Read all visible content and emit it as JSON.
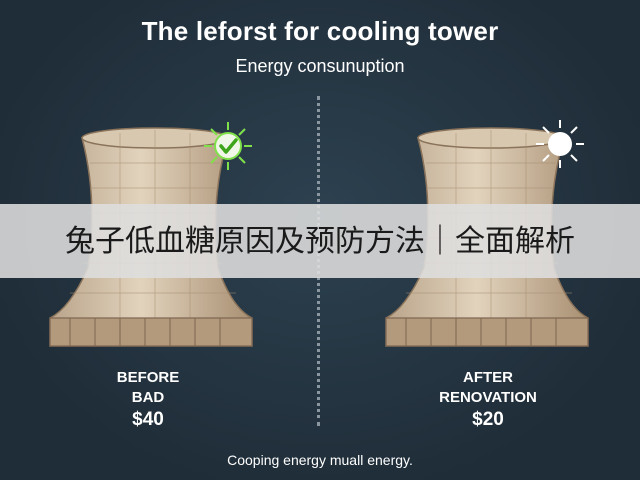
{
  "header": {
    "title": "The leforst for cooling tower",
    "subtitle": "Energy consunuption"
  },
  "panels": [
    {
      "status_icon": "check-badge-icon",
      "label_line1": "BEFORE",
      "label_line2": "BAD",
      "price": "$40",
      "badge_color": "#6ed32c"
    },
    {
      "status_icon": "sun-burst-icon",
      "label_line1": "AFTER",
      "label_line2": "RENOVATION",
      "price": "$20",
      "badge_color": "#ffffff"
    }
  ],
  "footer": {
    "text": "Cooping energy muall energy."
  },
  "overlay": {
    "text": "兔子低血糖原因及预防方法｜全面解析"
  }
}
